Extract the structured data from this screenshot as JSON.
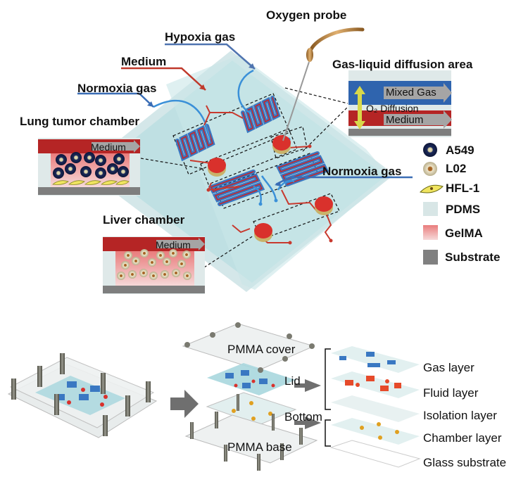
{
  "top": {
    "labels": {
      "oxygen_probe": "Oxygen probe",
      "hypoxia_gas": "Hypoxia gas",
      "medium": "Medium",
      "normoxia_gas_left": "Normoxia gas",
      "normoxia_gas_right": "Normoxia gas",
      "gas_liquid_diffusion": "Gas-liquid diffusion area",
      "lung_tumor_chamber": "Lung tumor chamber",
      "liver_chamber": "Liver chamber"
    },
    "diffusion_panel": {
      "mixed_gas": "Mixed Gas",
      "o2_diffusion": "O₂ Diffusion",
      "medium": "Medium"
    },
    "lung_panel": {
      "medium": "Medium"
    },
    "liver_panel": {
      "medium": "Medium"
    },
    "legend": [
      {
        "label": "A549",
        "icon": "a549-cell-icon"
      },
      {
        "label": "L02",
        "icon": "l02-cell-icon"
      },
      {
        "label": "HFL-1",
        "icon": "hfl1-cell-icon"
      },
      {
        "label": "PDMS",
        "color": "#d8e6e6"
      },
      {
        "label": "GelMA",
        "color": "#ec8a8a"
      },
      {
        "label": "Substrate",
        "color": "#808080"
      }
    ],
    "colors": {
      "gas": "#3a78c2",
      "medium": "#c0282d",
      "chip": "#bcdfe2",
      "probe": "#b8894a"
    }
  },
  "bottom": {
    "labels": {
      "pmma_cover": "PMMA cover",
      "pmma_base": "PMMA base",
      "lid": "Lid",
      "bottom": "Bottom"
    },
    "layers": [
      "Gas layer",
      "Fluid layer",
      "Isolation layer",
      "Chamber layer",
      "Glass substrate"
    ]
  }
}
